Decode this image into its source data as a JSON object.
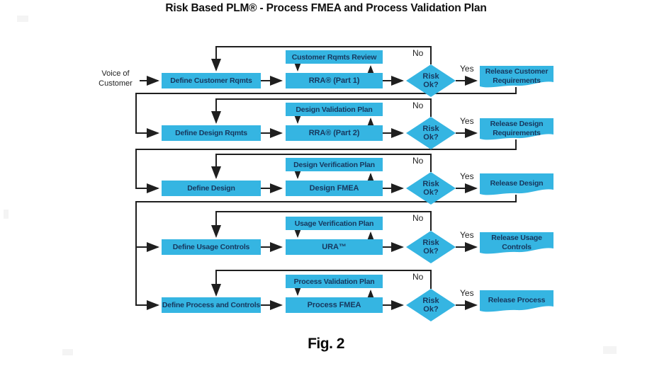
{
  "title": "Risk Based PLM® - Process FMEA and Process Validation Plan",
  "figure_caption": "Fig. 2",
  "voice_label": "Voice of Customer",
  "rows": [
    {
      "define": "Define Customer Rqmts",
      "plan": "Customer Rqmts Review",
      "analysis": "RRA® (Part 1)",
      "decision": "Risk Ok?",
      "no": "No",
      "yes": "Yes",
      "release": "Release Customer Requirements"
    },
    {
      "define": "Define Design Rqmts",
      "plan": "Design Validation Plan",
      "analysis": "RRA® (Part 2)",
      "decision": "Risk Ok?",
      "no": "No",
      "yes": "Yes",
      "release": "Release Design Requirements"
    },
    {
      "define": "Define Design",
      "plan": "Design Verification Plan",
      "analysis": "Design FMEA",
      "decision": "Risk Ok?",
      "no": "No",
      "yes": "Yes",
      "release": "Release Design"
    },
    {
      "define": "Define Usage Controls",
      "plan": "Usage Verification Plan",
      "analysis": "URA™",
      "decision": "Risk Ok?",
      "no": "No",
      "yes": "Yes",
      "release": "Release Usage Controls"
    },
    {
      "define": "Define Process and Controls",
      "plan": "Process Validation Plan",
      "analysis": "Process FMEA",
      "decision": "Risk Ok?",
      "no": "No",
      "yes": "Yes",
      "release": "Release Process"
    }
  ],
  "colors": {
    "shape_fill": "#35b5e2",
    "shape_text": "#17375d",
    "line": "#1f1f1f"
  }
}
